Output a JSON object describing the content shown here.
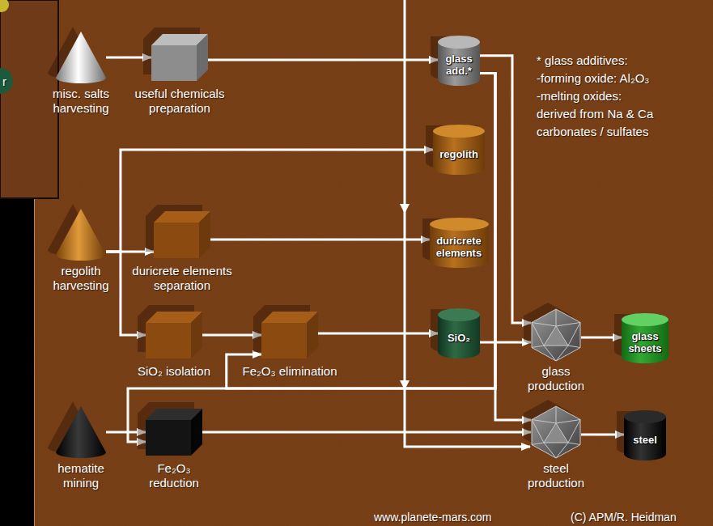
{
  "diagram": {
    "nodes": [
      {
        "text": [
          "misc. salts harvesting"
        ]
      },
      {
        "text": [
          "useful chemicals preparation"
        ]
      },
      {
        "text": [
          "glass add.*"
        ]
      },
      {
        "text": [
          "regolith"
        ]
      },
      {
        "text": [
          "regolith harvesting"
        ]
      },
      {
        "text": [
          "duricrete elements separation"
        ]
      },
      {
        "text": [
          "duricrete elements"
        ]
      },
      {
        "text": [
          "SiO₂ isolation"
        ]
      },
      {
        "text": [
          "Fe₂O₃ elimination"
        ]
      },
      {
        "text": [
          "SiO₂"
        ]
      },
      {
        "text": [
          "glass production"
        ]
      },
      {
        "text": [
          "glass sheets"
        ]
      },
      {
        "text": [
          "hematite mining"
        ]
      },
      {
        "text": [
          "Fe₂O₃ reduction"
        ]
      },
      {
        "text": [
          "steel production"
        ]
      },
      {
        "text": [
          "steel"
        ]
      }
    ],
    "edges": [
      {
        "from": 0,
        "to": 1,
        "arrow": "to"
      },
      {
        "from": 1,
        "to": 2,
        "arrow": "to"
      },
      {
        "from": 4,
        "to": 3,
        "arrow": "to"
      },
      {
        "from": 4,
        "to": 5,
        "arrow": "to"
      },
      {
        "from": 4,
        "to": 7,
        "arrow": "to"
      },
      {
        "from": 7,
        "to": 8,
        "arrow": "to"
      },
      {
        "from": 8,
        "to": 9,
        "arrow": "to"
      },
      {
        "from": 5,
        "to": 6,
        "arrow": "to"
      },
      {
        "from": 2,
        "to": 10,
        "arrow": "to"
      },
      {
        "from": 9,
        "to": 10,
        "arrow": "to"
      },
      {
        "from": 10,
        "to": 11,
        "arrow": "to"
      },
      {
        "from": 2,
        "to": 14,
        "arrow": "to"
      },
      {
        "from": 2,
        "to": 13,
        "arrow": "to"
      },
      {
        "from": 2,
        "to": 8,
        "arrow": "to"
      },
      {
        "from": 12,
        "to": 13,
        "arrow": "to"
      },
      {
        "from": 13,
        "to": 14,
        "arrow": "to"
      },
      {
        "from": 14,
        "to": 15,
        "arrow": "to"
      }
    ],
    "labels": [
      "r",
      "* glass additives:",
      "-forming oxide: Al₂O₃",
      "-melting oxides:",
      "derived from Na & Ca carbonates / sulfates",
      "www.planete-mars.com",
      "(C) APM/R. Heidman"
    ]
  }
}
